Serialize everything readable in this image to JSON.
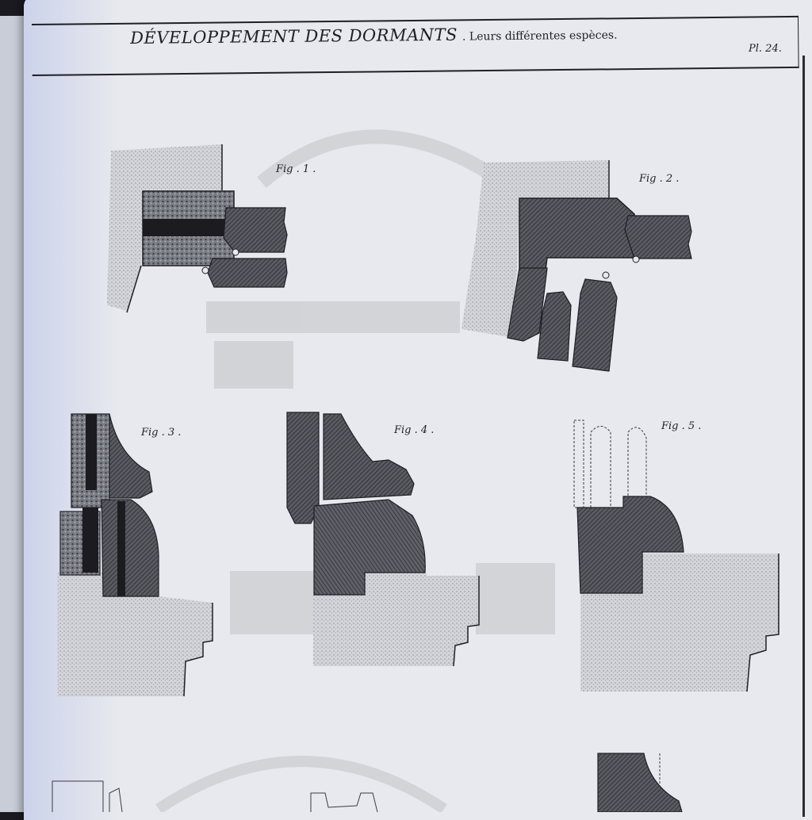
{
  "header": {
    "title": "DÉVELOPPEMENT DES DORMANTS",
    "subtitle": ". Leurs différentes espèces.",
    "plate": "Pl. 24."
  },
  "figures": [
    {
      "id": "fig1",
      "label": "Fig . 1 ."
    },
    {
      "id": "fig2",
      "label": "Fig . 2 ."
    },
    {
      "id": "fig3",
      "label": "Fig . 3 ."
    },
    {
      "id": "fig4",
      "label": "Fig . 4 ."
    },
    {
      "id": "fig5",
      "label": "Fig . 5 ."
    }
  ],
  "colors": {
    "paper": "#e8e9ee",
    "ink": "#1e1e24",
    "wood": "#4a4a52",
    "stone": "#c7c9d0"
  }
}
